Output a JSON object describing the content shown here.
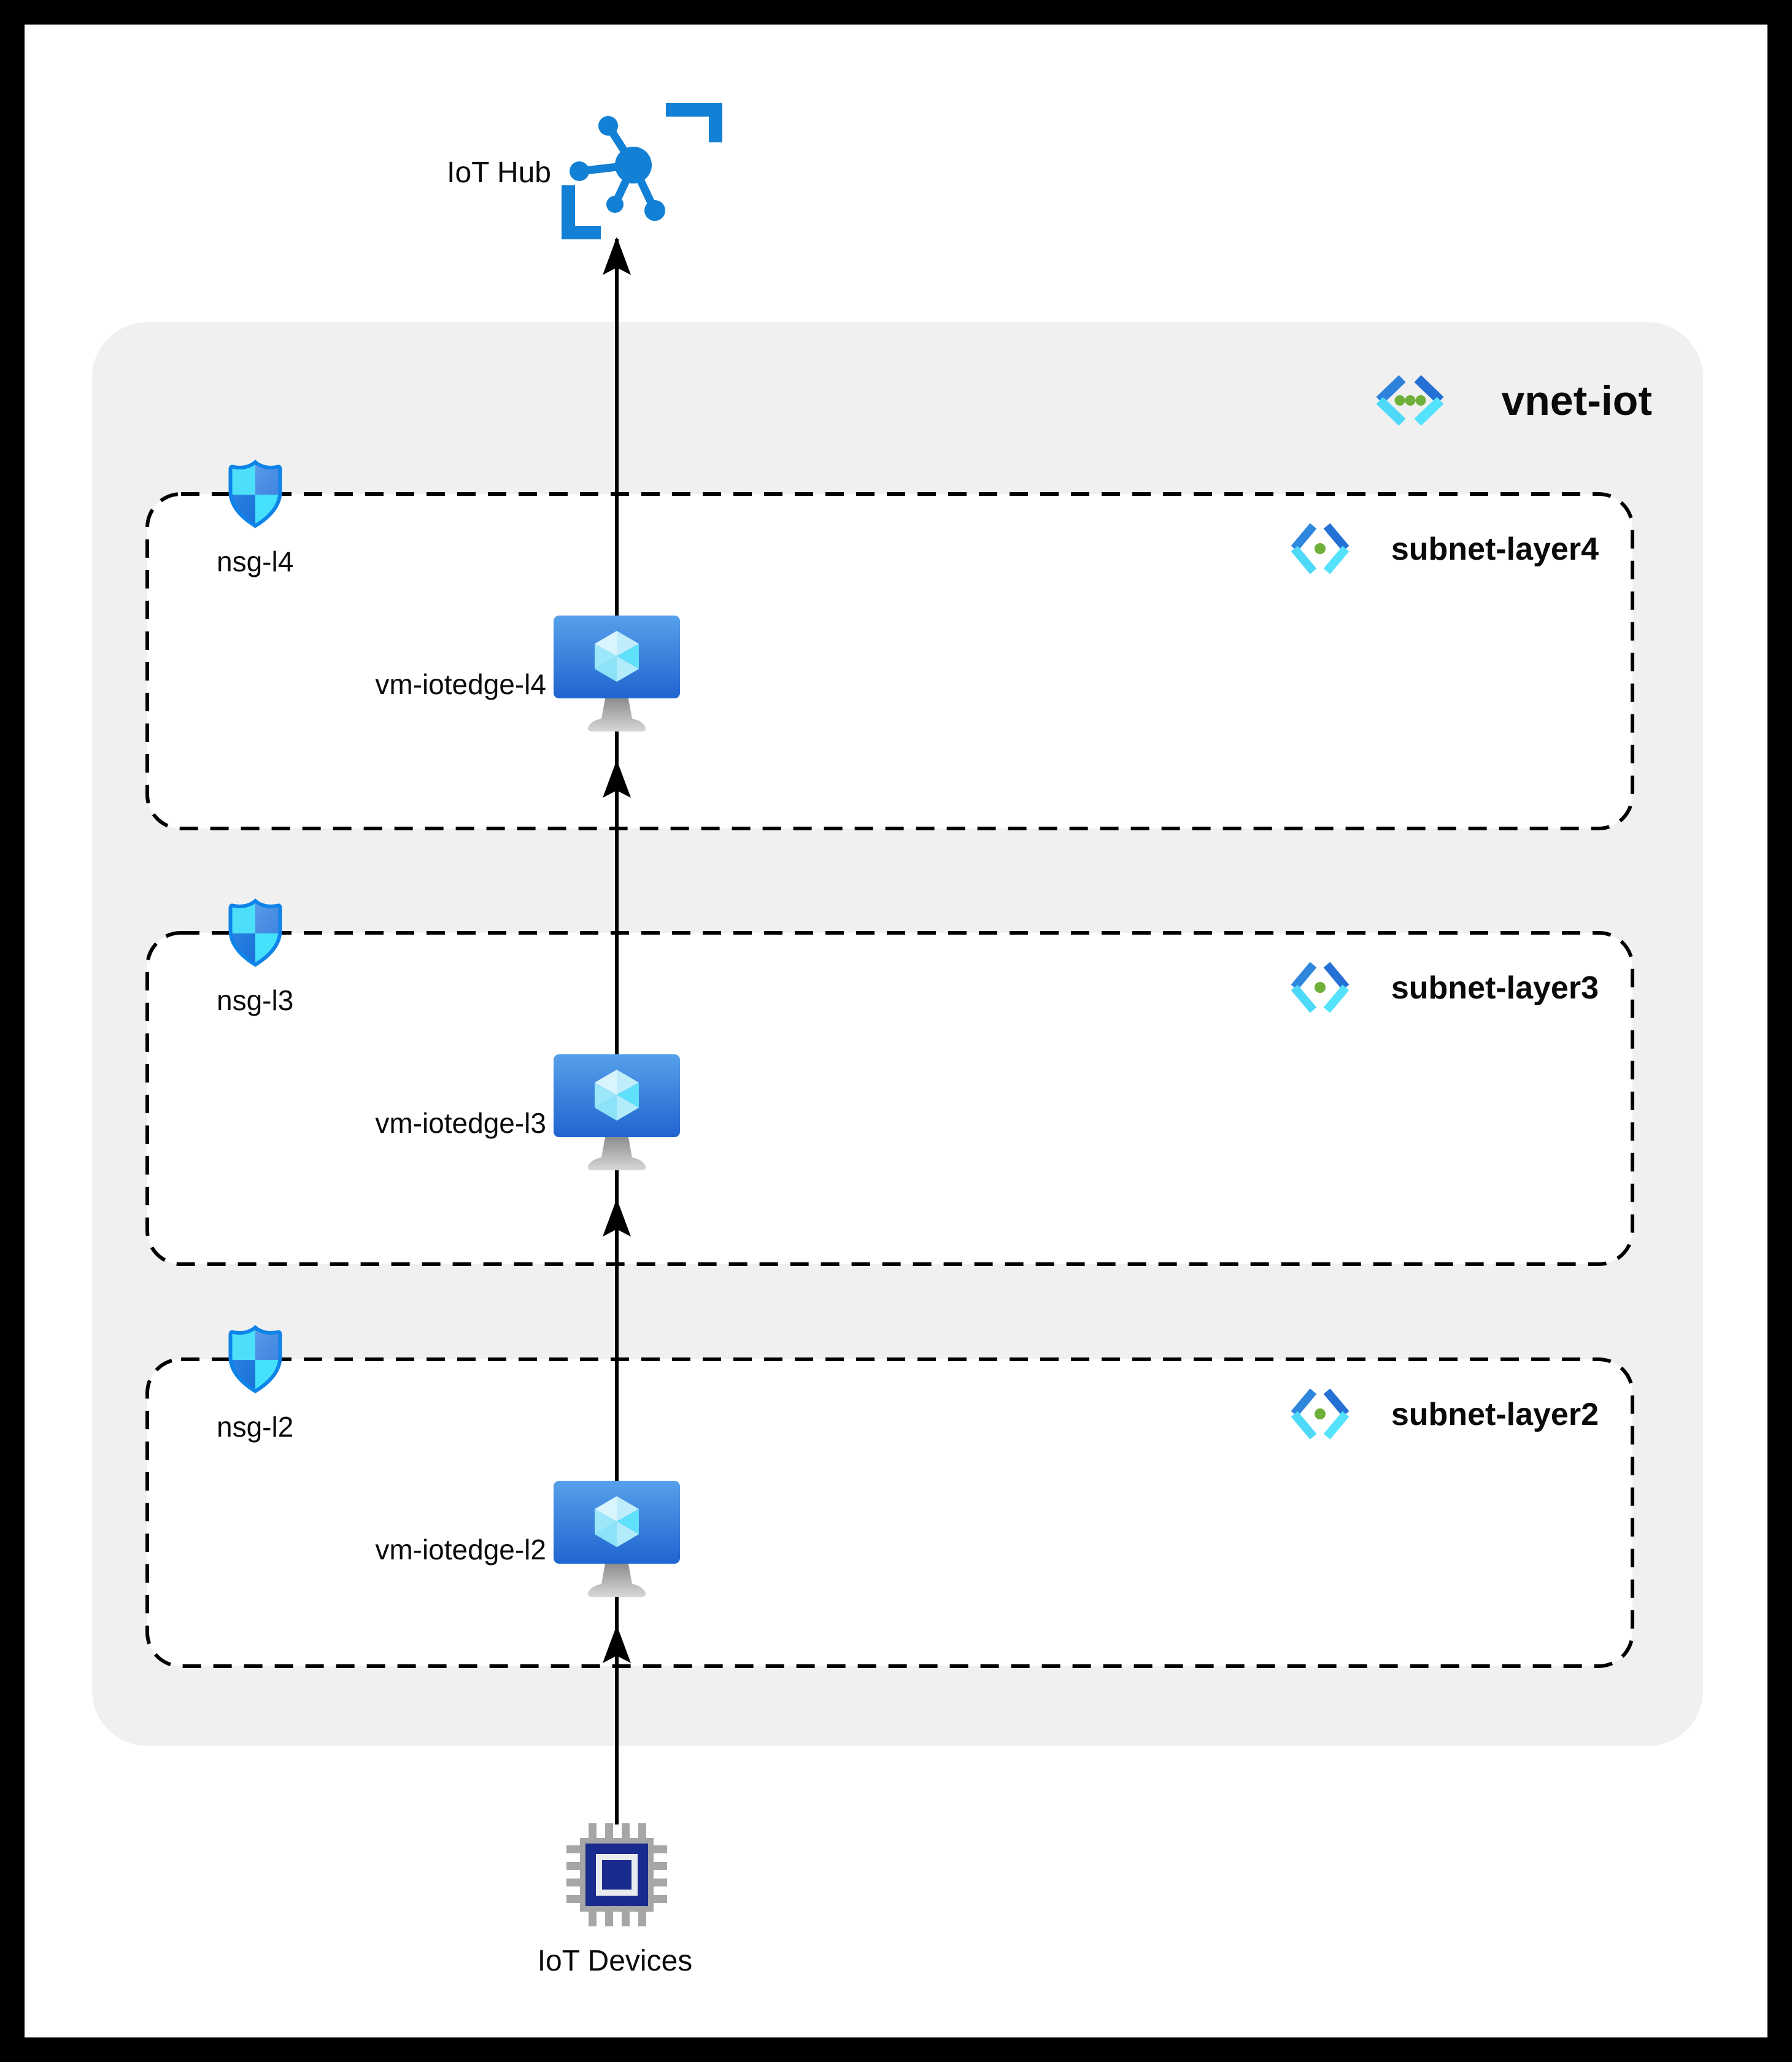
{
  "diagram": {
    "iot_hub": {
      "label": "IoT Hub"
    },
    "vnet": {
      "label": "vnet-iot"
    },
    "subnets": [
      {
        "label": "subnet-layer4",
        "nsg_label": "nsg-l4",
        "vm_label": "vm-iotedge-l4"
      },
      {
        "label": "subnet-layer3",
        "nsg_label": "nsg-l3",
        "vm_label": "vm-iotedge-l3"
      },
      {
        "label": "subnet-layer2",
        "nsg_label": "nsg-l2",
        "vm_label": "vm-iotedge-l2"
      }
    ],
    "iot_devices": {
      "label": "IoT Devices"
    },
    "icons": {
      "iot_hub": "iot-hub-icon",
      "vnet": "virtual-network-icon",
      "subnet": "subnet-icon",
      "nsg": "network-security-group-shield-icon",
      "vm": "virtual-machine-icon",
      "devices": "iot-device-chip-icon"
    },
    "colors": {
      "azure_blue": "#1280d4",
      "bracket_blue": "#2e82dc",
      "bracket_cyan": "#4fd9f9",
      "dot_green": "#6fb03a",
      "shield_cyan": "#4ddffa",
      "shield_blue": "#2b7de0",
      "vm_gradient_top": "#57a0ea",
      "vm_gradient_bottom": "#2065d0",
      "cube_cyan": "#5fe0fb",
      "chip_navy": "#1a2b90",
      "chip_gray": "#a6a6a6",
      "vnet_background": "#f0f0f1",
      "subnet_background": "#ffffff",
      "line_black": "#000000"
    }
  }
}
